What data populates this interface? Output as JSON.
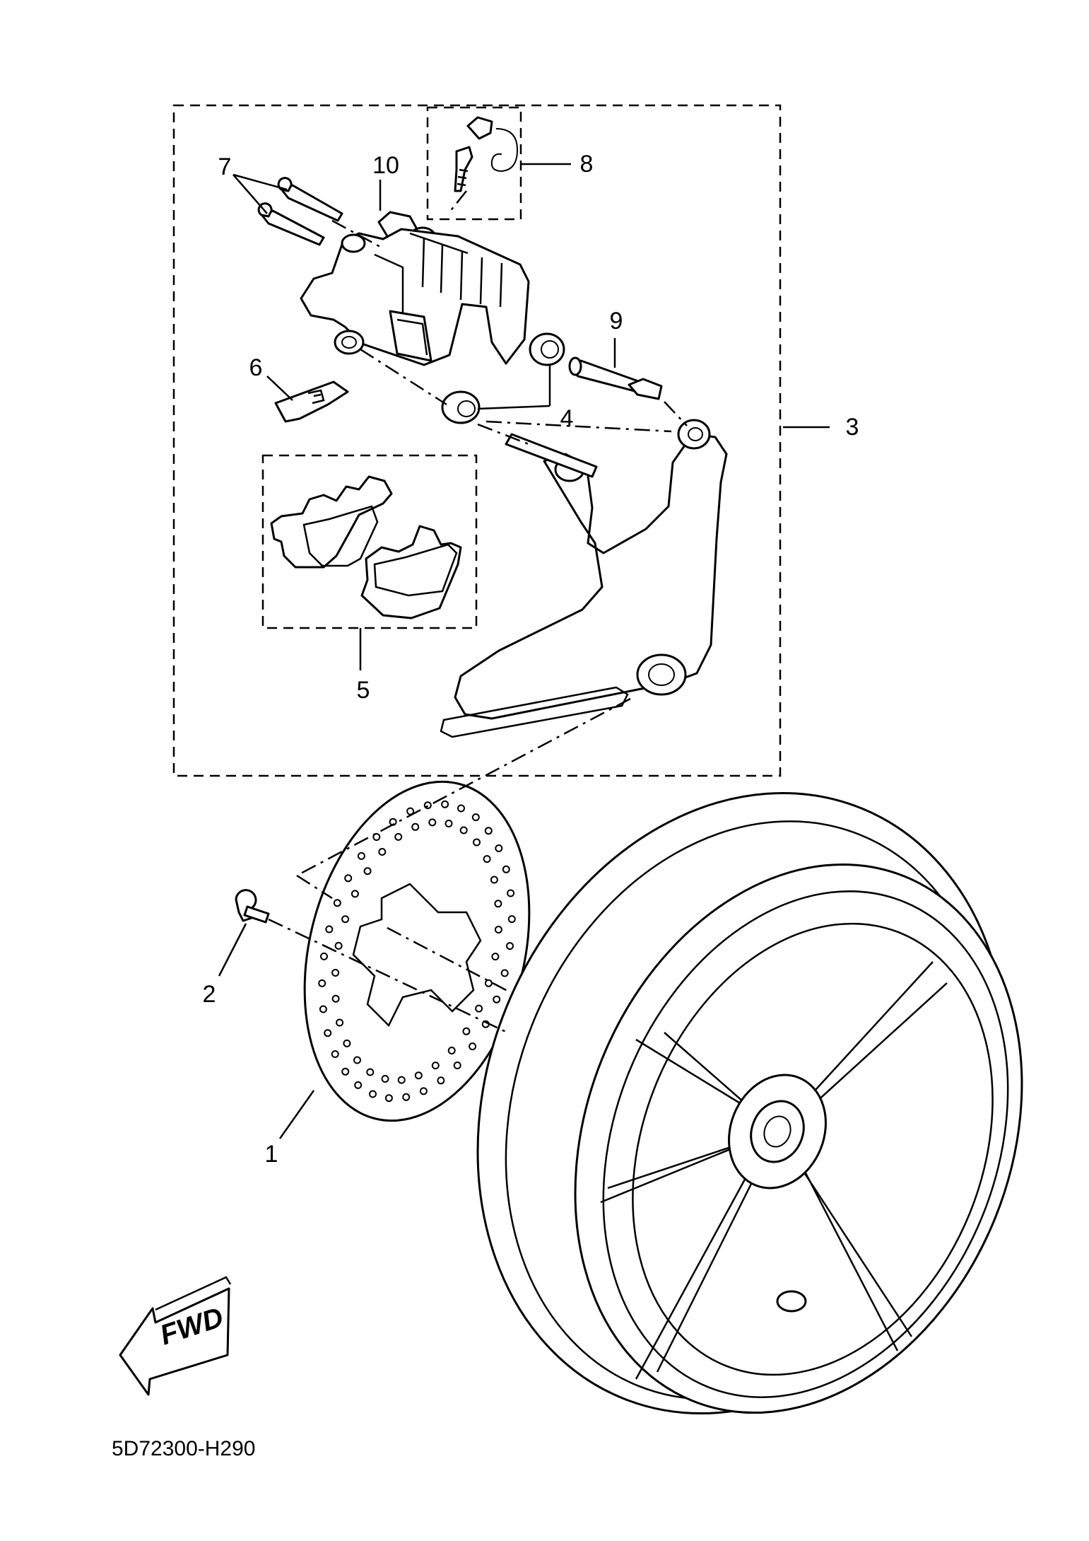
{
  "diagram": {
    "reference_code": "5D72300-H290",
    "fwd_label": "FWD",
    "callouts": [
      {
        "id": "part-1",
        "label": "1"
      },
      {
        "id": "part-2",
        "label": "2"
      },
      {
        "id": "part-3",
        "label": "3"
      },
      {
        "id": "part-4",
        "label": "4"
      },
      {
        "id": "part-5",
        "label": "5"
      },
      {
        "id": "part-6",
        "label": "6"
      },
      {
        "id": "part-7",
        "label": "7"
      },
      {
        "id": "part-8",
        "label": "8"
      },
      {
        "id": "part-9",
        "label": "9"
      },
      {
        "id": "part-10",
        "label": "10"
      }
    ]
  }
}
